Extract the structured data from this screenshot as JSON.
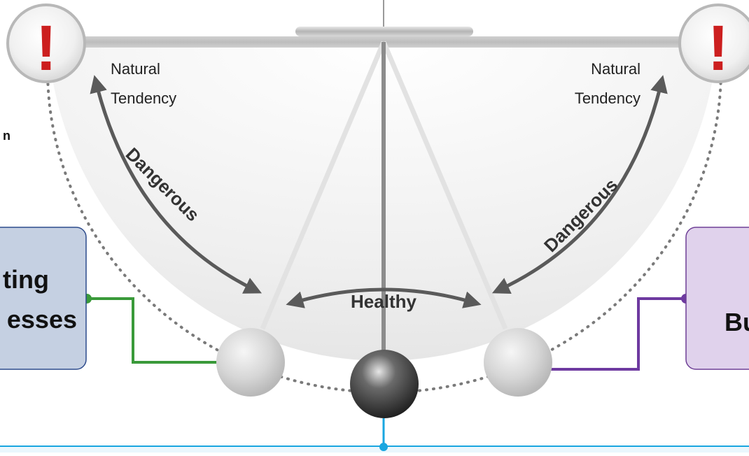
{
  "diagram": {
    "left_label": {
      "line1": "Natural",
      "line2": "Tendency"
    },
    "right_label": {
      "line1": "Natural",
      "line2": "Tendency"
    },
    "left_arc_label": "Dangerous",
    "right_arc_label": "Dangerous",
    "center_label": "Healthy",
    "left_warning_glyph": "!",
    "right_warning_glyph": "!",
    "left_box": {
      "line1": "ting",
      "line2": "esses"
    },
    "right_box": {
      "line1": "Bu"
    },
    "left_cut_text": "n"
  },
  "colors": {
    "left_box_fill": "#c5d0e2",
    "left_box_stroke": "#2d4b8c",
    "right_box_fill": "#e0d2ec",
    "right_box_stroke": "#6e3f96",
    "left_connector": "#3a9a3a",
    "right_connector": "#6e3aa0",
    "bottom_line": "#19a6e0",
    "warning_red": "#cc1f1f",
    "arrow_gray": "#5a5a5a"
  }
}
